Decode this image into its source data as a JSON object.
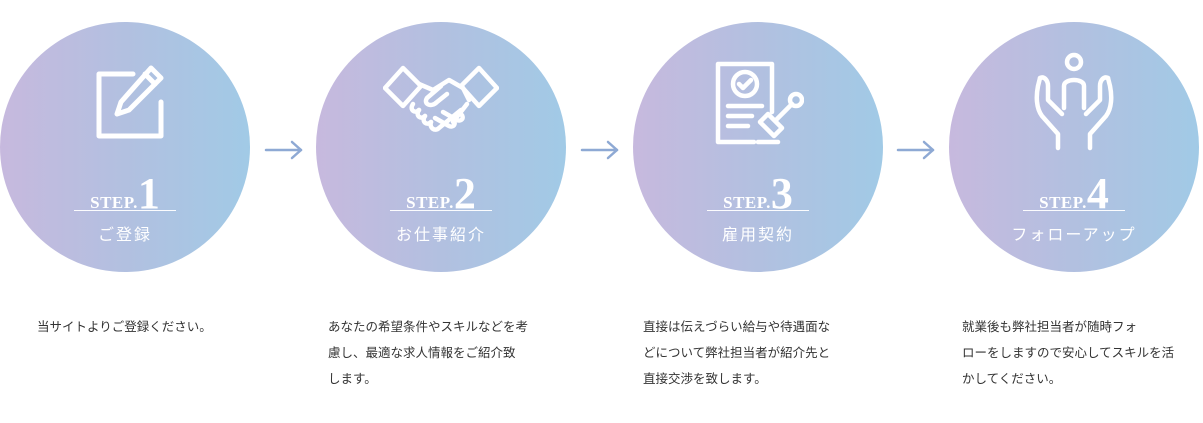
{
  "steps": [
    {
      "step_word": "STEP.",
      "step_number": "1",
      "title": "ご登録",
      "icon": "pen-square-icon",
      "lines": [
        "当サイトよりご登録ください。"
      ]
    },
    {
      "step_word": "STEP.",
      "step_number": "2",
      "title": "お仕事紹介",
      "icon": "handshake-icon",
      "lines": [
        "あなたの希望条件やスキルなどを考",
        "慮し、最適な求人情報をご紹介致",
        "します。"
      ]
    },
    {
      "step_word": "STEP.",
      "step_number": "3",
      "title": "雇用契約",
      "icon": "contract-stamp-icon",
      "lines": [
        "直接は伝えづらい給与や待遇面な",
        "どについて弊社担当者が紹介先と",
        "直接交渉を致します。"
      ]
    },
    {
      "step_word": "STEP.",
      "step_number": "4",
      "title": "フォローアップ",
      "icon": "hands-support-icon",
      "lines": [
        "就業後も弊社担当者が随時フォ",
        "ローをしますので安心してスキルを活",
        "かしてください。"
      ]
    }
  ],
  "colors": {
    "circle_left": "#c7b9de",
    "circle_right": "#a1cae6",
    "arrow": "#8ea9d4",
    "text": "#333333"
  }
}
